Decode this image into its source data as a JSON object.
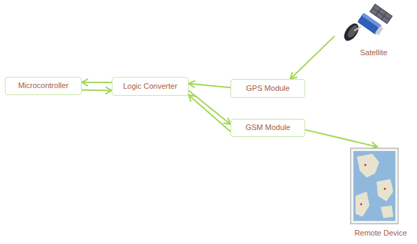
{
  "diagram": {
    "nodes": [
      {
        "text": [
          "Satellite"
        ]
      },
      {
        "text": [
          "Microcontroller"
        ]
      },
      {
        "text": [
          "Logic Converter"
        ]
      },
      {
        "text": [
          "GPS Module"
        ]
      },
      {
        "text": [
          "GSM Module"
        ]
      },
      {
        "text": [
          "Remote Device"
        ]
      }
    ],
    "edges": [
      {
        "from": 0,
        "to": 3,
        "arrow": "to"
      },
      {
        "from": 3,
        "to": 2,
        "arrow": "to"
      },
      {
        "from": 2,
        "to": 1,
        "arrow": "to"
      },
      {
        "from": 1,
        "to": 2,
        "arrow": "to"
      },
      {
        "from": 2,
        "to": 4,
        "arrow": "to"
      },
      {
        "from": 4,
        "to": 2,
        "arrow": "to"
      },
      {
        "from": 4,
        "to": 5,
        "arrow": "to"
      }
    ]
  }
}
